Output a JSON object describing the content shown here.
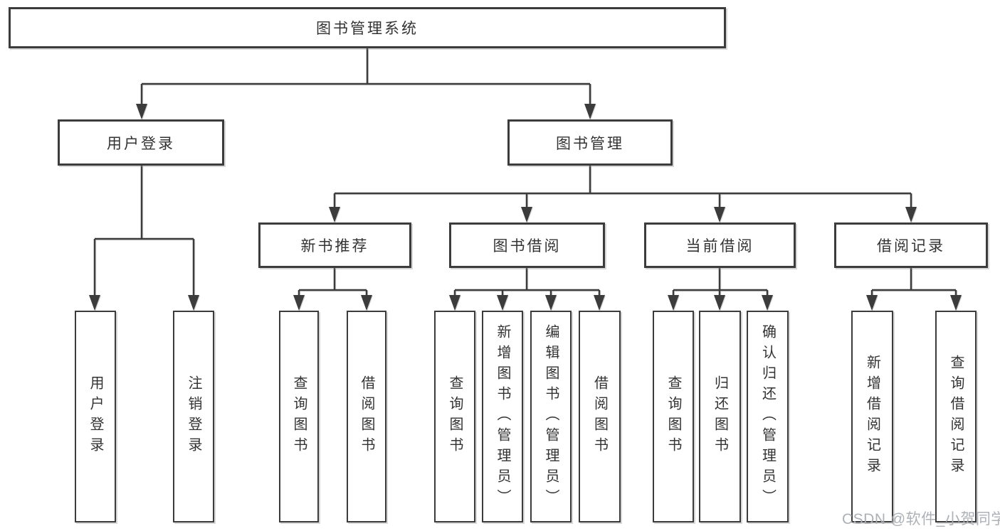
{
  "tree": {
    "root": {
      "label": "图书管理系统"
    },
    "branches": [
      {
        "label": "用户登录",
        "children": [
          "用户登录",
          "注销登录"
        ]
      },
      {
        "label": "图书管理",
        "sections": [
          {
            "label": "新书推荐",
            "children": [
              "查询图书",
              "借阅图书"
            ]
          },
          {
            "label": "图书借阅",
            "children": [
              "查询图书",
              "新增图书（管理员）",
              "编辑图书（管理员）",
              "借阅图书"
            ]
          },
          {
            "label": "当前借阅",
            "children": [
              "查询图书",
              "归还图书",
              "确认归还（管理员）"
            ]
          },
          {
            "label": "借阅记录",
            "children": [
              "新增借阅记录",
              "查询借阅记录"
            ]
          }
        ]
      }
    ]
  },
  "watermark": "CSDN @软件_小贺同学",
  "colors": {
    "line": "#3c3c3c",
    "text": "#333333",
    "box_background": "#ffffff",
    "watermark": "#a8adb2"
  }
}
